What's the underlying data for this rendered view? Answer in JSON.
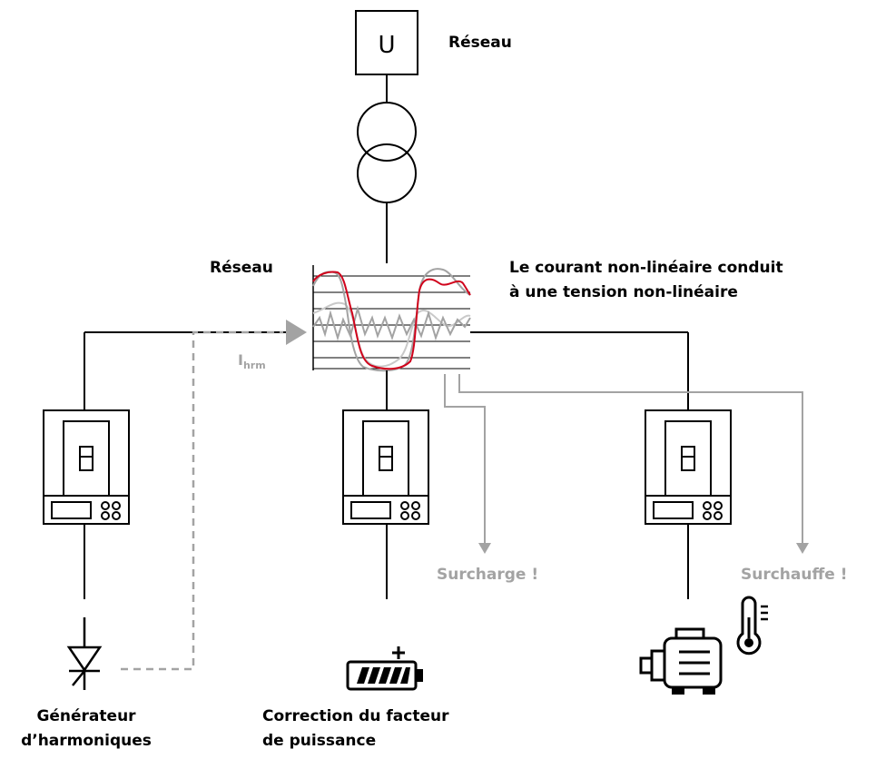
{
  "labels": {
    "grid_top": "Réseau",
    "grid_mid": "Réseau",
    "nonlinear_line1": "Le courant non-linéaire conduit",
    "nonlinear_line2": "à une tension non-linéaire",
    "i_hrm_main": "I",
    "i_hrm_sub": "hrm",
    "overload": "Surcharge !",
    "overheat": "Surchauffe !",
    "generator_line1": "Générateur",
    "generator_line2": "d’harmoniques",
    "pfc_line1": "Correction du facteur",
    "pfc_line2": "de puissance"
  },
  "source_symbol": "U",
  "colors": {
    "line": "#000000",
    "gray": "#a3a3a3",
    "red": "#d0021b",
    "light_gray": "#c9c9c9"
  },
  "icons": [
    "transformer-icon",
    "drive-icon",
    "thyristor-icon",
    "battery-icon",
    "motor-icon",
    "thermometer-icon"
  ]
}
